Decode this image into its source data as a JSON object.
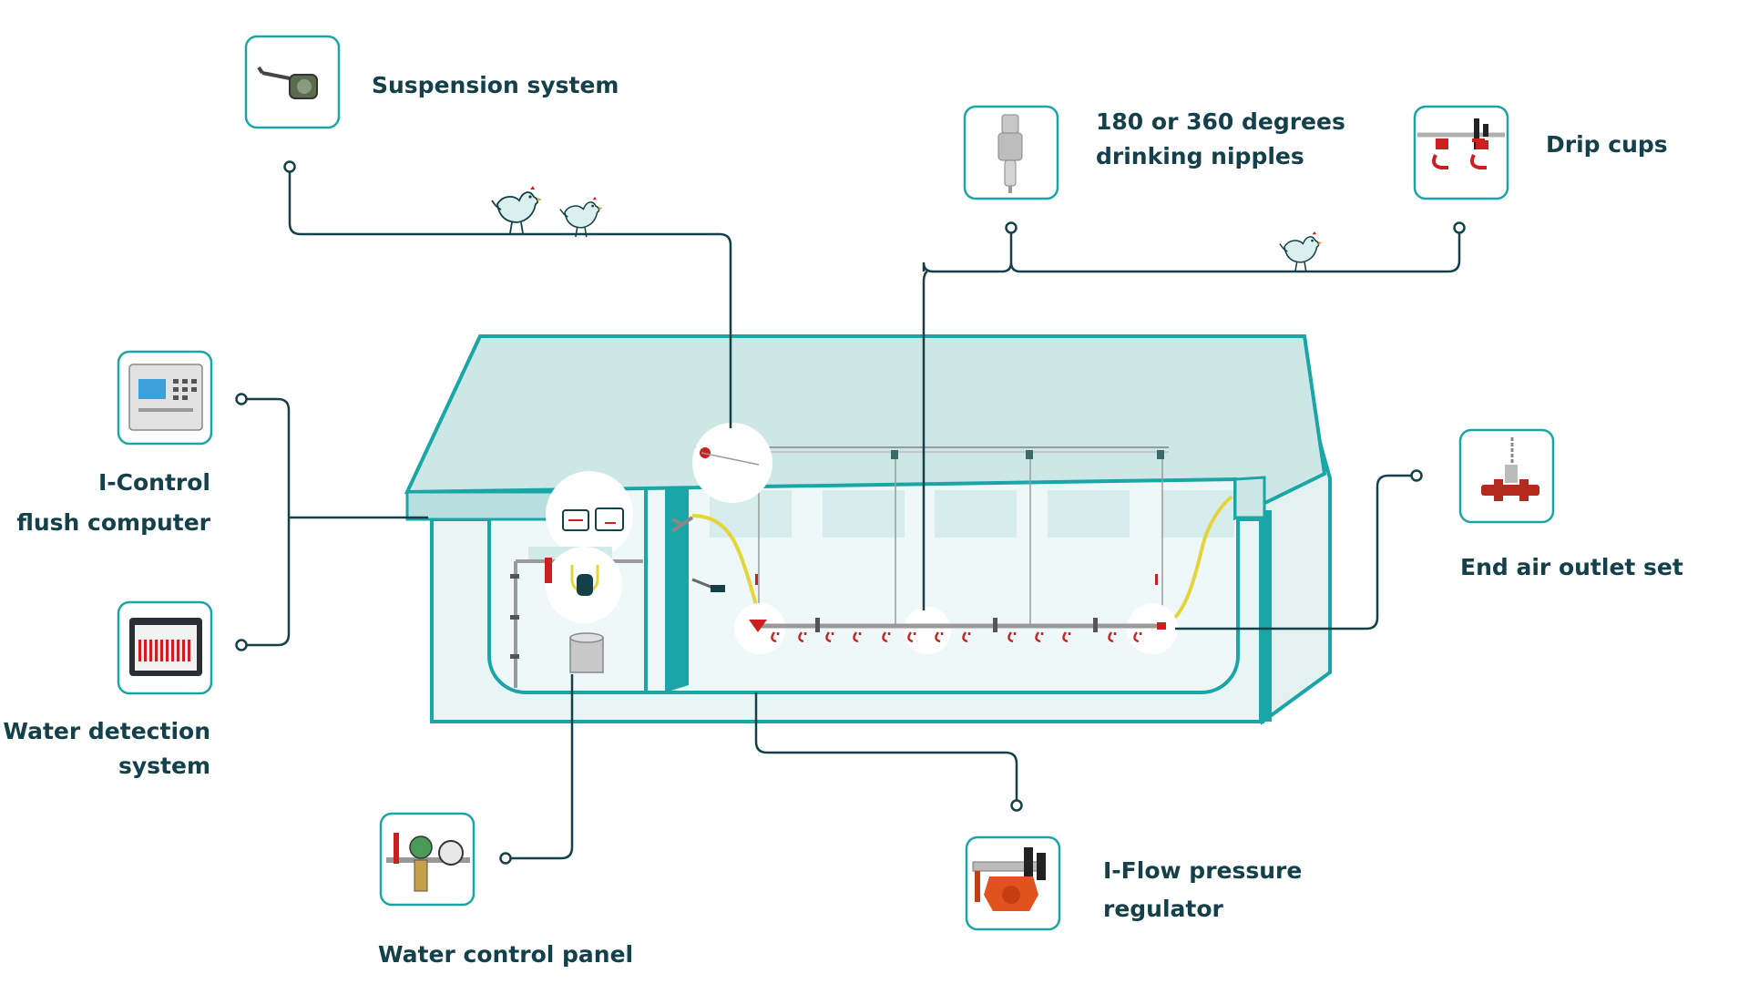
{
  "colors": {
    "teal": "#1aa6a6",
    "dark_line": "#134049",
    "house_fill": "#e6f4f4",
    "roof_fill": "#cde7e6",
    "pipe_red": "#cc1f1f",
    "hose_yellow": "#e3d53a",
    "label_text": "#13404a"
  },
  "components": {
    "suspension": {
      "label": "Suspension system",
      "icon": "winch-icon"
    },
    "nipples": {
      "line1": "180 or 360 degrees",
      "line2": "drinking nipples",
      "icon": "drinking-nipple-icon"
    },
    "drip_cups": {
      "label": "Drip cups",
      "icon": "drip-cup-icon"
    },
    "icontrol": {
      "line1": "I-Control",
      "line2": "flush computer",
      "icon": "control-computer-icon"
    },
    "water_detection": {
      "line1": "Water detection",
      "line2": "system",
      "icon": "detection-panel-icon"
    },
    "end_air": {
      "label": "End air outlet set",
      "icon": "air-outlet-icon"
    },
    "water_control": {
      "label": "Water control panel",
      "icon": "water-meter-icon"
    },
    "iflow": {
      "line1": "I-Flow pressure",
      "line2": "regulator",
      "icon": "pressure-regulator-icon"
    }
  }
}
